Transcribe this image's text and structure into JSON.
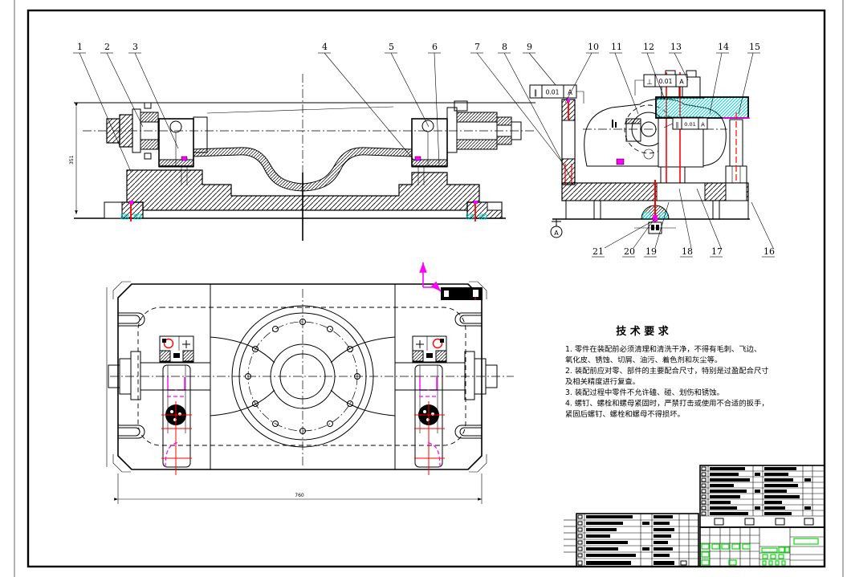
{
  "callouts": {
    "front": [
      "1",
      "2",
      "3",
      "4",
      "5",
      "6",
      "7",
      "8",
      "9"
    ],
    "side_top": [
      "10",
      "11",
      "12",
      "13",
      "14",
      "15"
    ],
    "side_bottom": [
      "21",
      "20",
      "19",
      "18",
      "17",
      "16"
    ]
  },
  "datums": {
    "a": "A"
  },
  "tolerance_frames": {
    "parallel_left": {
      "symbol": "∥",
      "value": "0.01",
      "datum": "A"
    },
    "perpendicular_top": {
      "symbol": "⊥",
      "value": "0.01",
      "datum": "A"
    },
    "parallel_mid": {
      "symbol": "∥",
      "value": "0.01",
      "datum": "A"
    },
    "position_plan": {
      "symbol": "◎"
    }
  },
  "dimensions": {
    "front_height": "351",
    "plan_width": "760"
  },
  "tech_requirements": {
    "title": "技 术 要 求",
    "lines": [
      "1. 零件在装配前必须清理和清洗干净，不得有毛刺、飞边、",
      "氧化皮、锈蚀、切屑、油污、着色剂和灰尘等。",
      "2. 装配前应对零、部件的主要配合尺寸，特别是过盈配合尺寸",
      "及相关精度进行复查。",
      "3. 装配过程中零件不允许磕、碰、划伤和锈蚀。",
      "4. 螺钉、螺栓和螺母紧固时，严禁打击或使用不合适的扳手，",
      "紧固后螺钉、螺栓和螺母不得损坏。"
    ]
  },
  "colors": {
    "paper": "#ffffff",
    "line": "#000000",
    "highlight_red": "#ff0000",
    "highlight_magenta": "#ff00ff",
    "highlight_cyan": "#00e5e5",
    "field_green": "#00e000"
  }
}
